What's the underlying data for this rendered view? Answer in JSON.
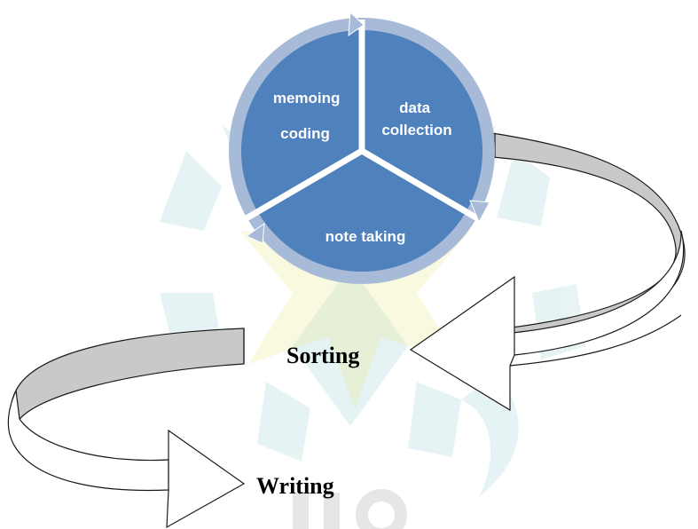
{
  "cycle": {
    "segments": [
      {
        "lines": [
          "memoing",
          "coding"
        ]
      },
      {
        "lines": [
          "data",
          "collection"
        ]
      },
      {
        "lines": [
          "note taking"
        ]
      }
    ]
  },
  "sorting_label": "Sorting",
  "writing_label": "Writing",
  "colors": {
    "segment_fill": "#4f81bd",
    "cycle_arrow": "#a7bad8",
    "band_fill": "#c9c9c9",
    "watermark_teal": "#4aa8ad",
    "watermark_yellow": "#e6ea8c",
    "text_dark": "#000000",
    "text_light": "#ffffff"
  }
}
